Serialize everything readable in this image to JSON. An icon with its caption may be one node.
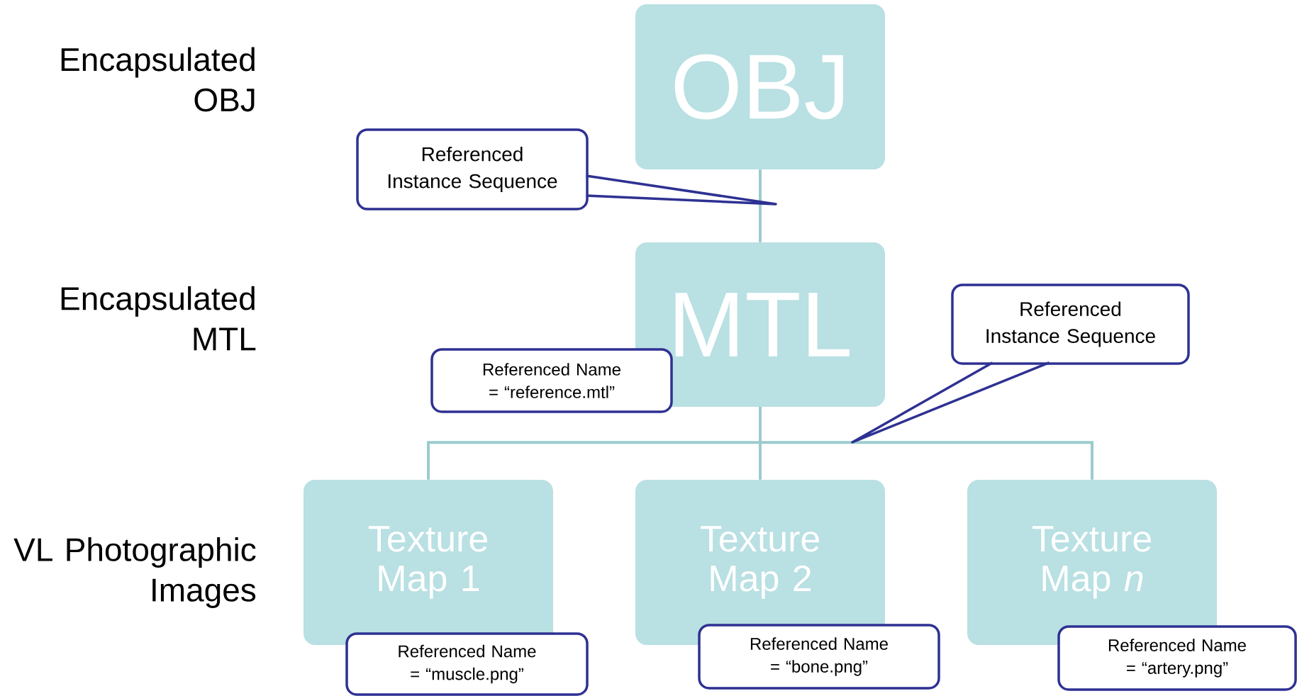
{
  "diagram": {
    "nodes": [
      {
        "text": [
          "OBJ"
        ]
      },
      {
        "text": [
          "Referenced Instance Sequence"
        ]
      },
      {
        "text": [
          "MTL"
        ]
      },
      {
        "text": [
          "Referenced Name = “reference.mtl”"
        ]
      },
      {
        "text": [
          "Referenced Instance Sequence"
        ]
      },
      {
        "text": [
          "Texture Map 1"
        ]
      },
      {
        "text": [
          "Texture Map 2"
        ]
      },
      {
        "text": [
          "Texture Map *n*"
        ]
      },
      {
        "text": [
          "Referenced Name = “muscle.png”"
        ]
      },
      {
        "text": [
          "Referenced Name = “bone.png”"
        ]
      },
      {
        "text": [
          "Referenced Name = “artery.png”"
        ]
      }
    ],
    "edges": [
      {
        "from": 0,
        "to": 2,
        "arrow": "none"
      },
      {
        "from": 2,
        "to": 5,
        "arrow": "none"
      },
      {
        "from": 2,
        "to": 6,
        "arrow": "none"
      },
      {
        "from": 2,
        "to": 7,
        "arrow": "none"
      },
      {
        "from": 1,
        "to": null,
        "arrow": "none",
        "color": "#2e3192"
      },
      {
        "from": 4,
        "to": null,
        "arrow": "none",
        "color": "#2e3192"
      }
    ],
    "labels": [
      "Encapsulated OBJ",
      "Encapsulated MTL",
      "VL Photographic Images"
    ]
  }
}
